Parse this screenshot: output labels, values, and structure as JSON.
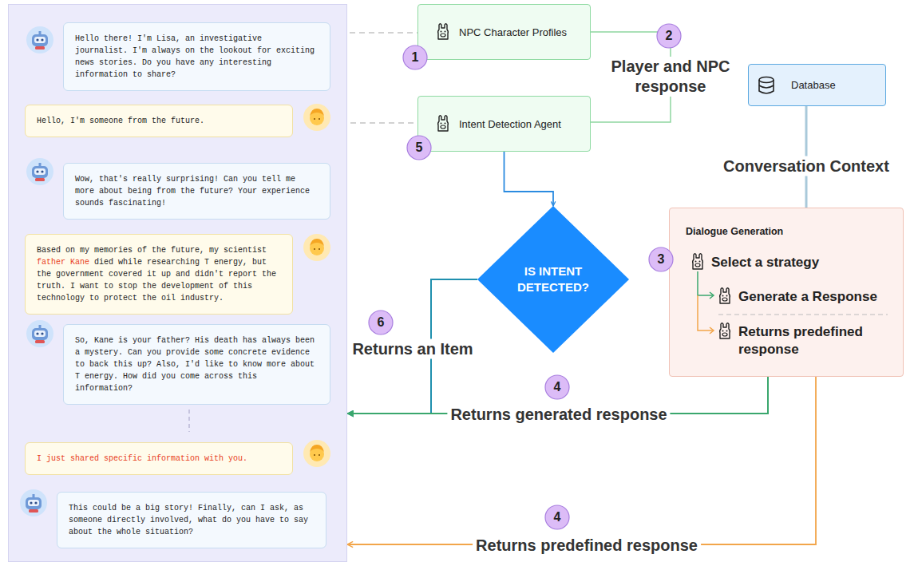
{
  "diagram": {
    "nodes": [
      {
        "text": []
      },
      {
        "text": [
          "Hello there! I'm Lisa, an investigative journalist. I'm always on the lookout for exciting news stories. Do you have any interesting information to share?"
        ],
        "in": 0
      },
      {
        "text": [
          "Hello, I'm someone from the future."
        ],
        "in": 0
      },
      {
        "text": [
          "Wow, that's really surprising! Can you tell me more about being from the future? Your experience sounds fascinating!"
        ],
        "in": 0
      },
      {
        "text": [
          "Based on my memories of the future, my scientist",
          "father Kane",
          "died while researching T energy, but the government covered it up and didn't report the truth. I want to stop the development of this technology to protect the oil industry."
        ],
        "in": 0
      },
      {
        "text": [
          "So, Kane is your father? His death has always been a mystery. Can you provide some concrete evidence to back this up? Also, I'd like to know more about T energy. How did you come across this information?"
        ],
        "in": 0
      },
      {
        "text": [
          "I just shared specific information with you."
        ],
        "in": 0
      },
      {
        "text": [
          "This could be a big story! Finally, can I ask, as someone directly involved, what do you have to say about the whole situation?"
        ],
        "in": 0
      },
      {
        "text": [
          "NPC Character Profiles"
        ]
      },
      {
        "text": [
          "Intent Detection Agent"
        ]
      },
      {
        "text": [
          "Database"
        ]
      },
      {
        "text": [
          "IS INTENT DETECTED?"
        ]
      },
      {
        "text": [
          "Dialogue Generation",
          "Select a strategy",
          "Generate a Response",
          "Returns predefined response"
        ]
      }
    ],
    "edges": [
      {
        "from": 1,
        "to": 8,
        "arrow": "none"
      },
      {
        "from": 2,
        "to": 9,
        "arrow": "none"
      },
      {
        "from": 8,
        "to": 9,
        "label": "Player and NPC response",
        "arrow": "none"
      },
      {
        "from": 9,
        "to": 11,
        "arrow": "to"
      },
      {
        "from": 10,
        "to": 12,
        "label": "Conversation Context",
        "arrow": "none"
      },
      {
        "from": 11,
        "to": 0,
        "label": "Returns an Item",
        "arrow": "to"
      },
      {
        "from": 12,
        "to": 0,
        "label": "Returns generated response",
        "arrow": "to"
      },
      {
        "from": 12,
        "to": 0,
        "label": "Returns predefined response",
        "arrow": "to"
      }
    ],
    "labels": [
      "1",
      "2",
      "5",
      "3",
      "6",
      "4",
      "4"
    ]
  }
}
